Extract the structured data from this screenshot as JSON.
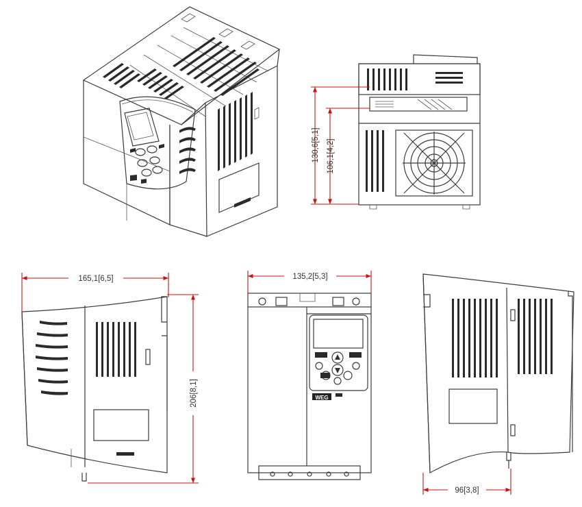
{
  "colors": {
    "dimension_line": "#cc1111",
    "outline": "#3a3a3a",
    "background": "#ffffff",
    "label_text": "#333333"
  },
  "dimensions": {
    "top_right_total_height": "130,6[5,1]",
    "top_right_inner_height": "106,1[4,2]",
    "side_view_width": "165,1[6,5]",
    "side_view_height": "206[8,1]",
    "front_view_width": "135,2[5,3]",
    "right_view_depth": "96[3,8]"
  },
  "brand_logo_text": "WEG",
  "icons": [
    "fan-grille-icon",
    "up-arrow-key-icon",
    "down-arrow-key-icon",
    "brand-logo-icon"
  ]
}
